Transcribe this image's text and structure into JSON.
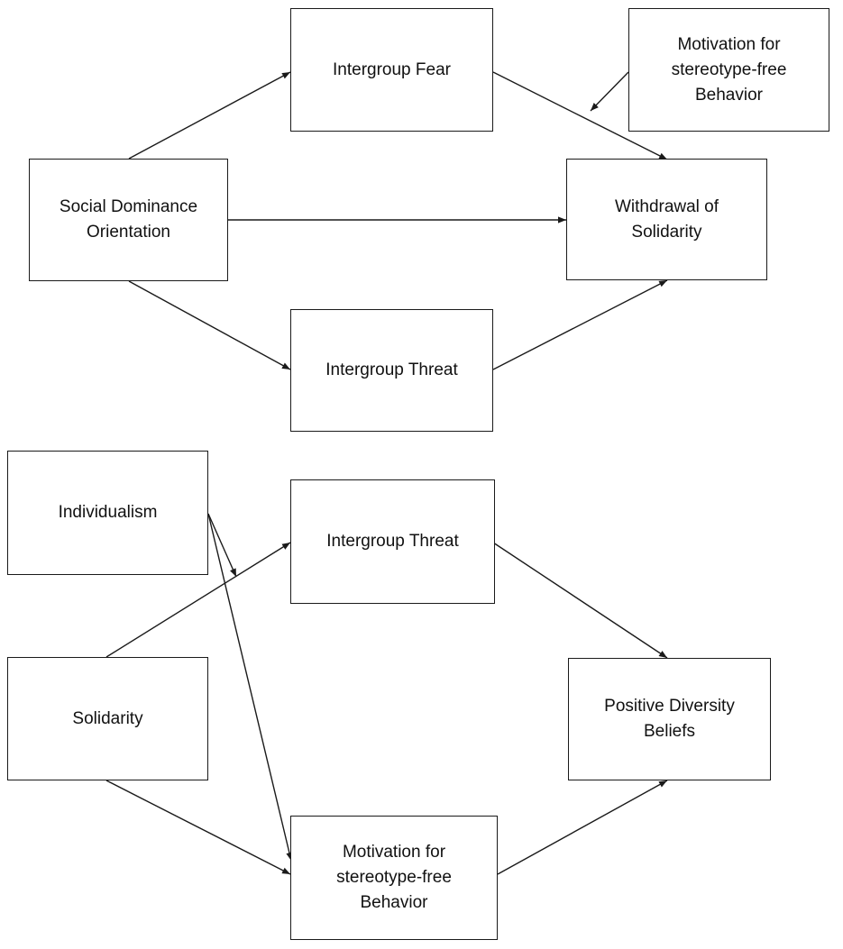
{
  "model1": {
    "nodes": {
      "intergroup_fear": "Intergroup Fear",
      "motivation": "Motivation for\nstereotype-free\nBehavior",
      "sdo": "Social Dominance\nOrientation",
      "withdrawal": "Withdrawal of\nSolidarity",
      "intergroup_threat": "Intergroup Threat"
    }
  },
  "model2": {
    "nodes": {
      "individualism": "Individualism",
      "intergroup_threat": "Intergroup Threat",
      "solidarity": "Solidarity",
      "positive_diversity": "Positive Diversity\nBeliefs",
      "motivation": "Motivation for\nstereotype-free\nBehavior"
    }
  },
  "style": {
    "line_color": "#1a1a1a",
    "box_border": "#1a1a1a",
    "background": "#ffffff"
  }
}
